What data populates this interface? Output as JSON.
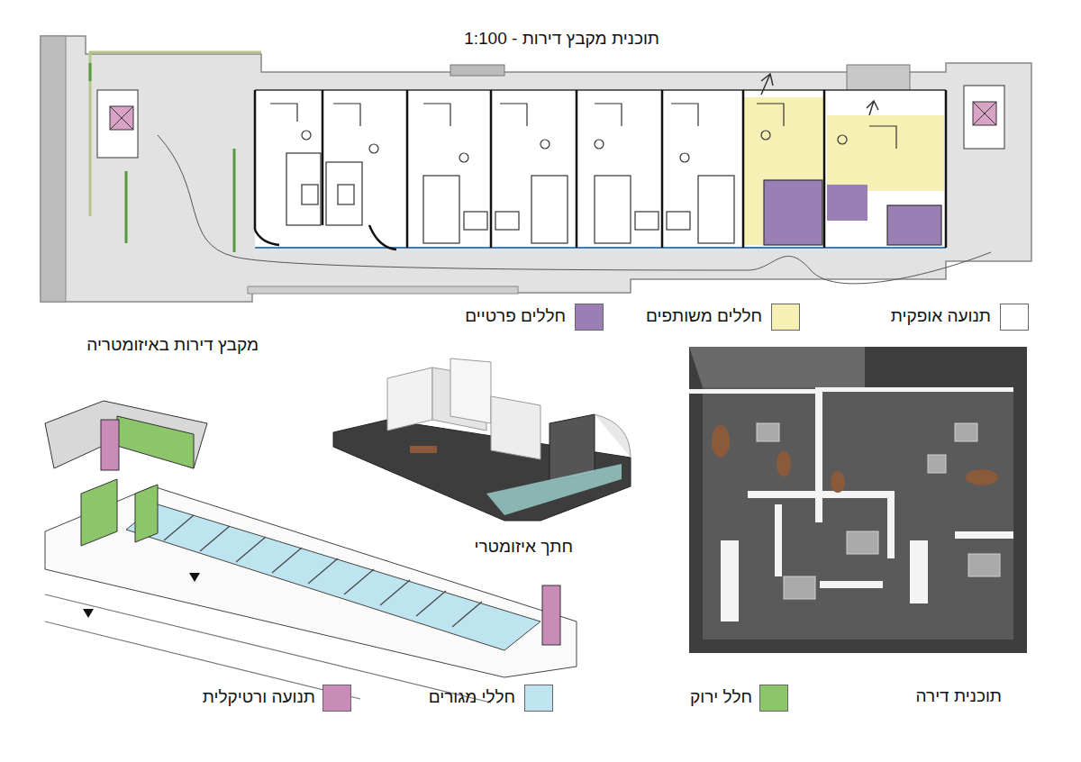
{
  "diagram": {
    "title": "תוכנית מקבץ דירות - 1:100",
    "labels": [
      "מקבץ דירות באיזומטריה",
      "חתך איזומטרי",
      "תוכנית דירה"
    ],
    "legend": [
      {
        "text": "תנועה אופקית",
        "color": "#ffffff"
      },
      {
        "text": "חללים משותפים",
        "color": "#f7f0b5"
      },
      {
        "text": "חללים פרטיים",
        "color": "#9a7fb5"
      },
      {
        "text": "חלל ירוק",
        "color": "#8cc56a"
      },
      {
        "text": "חללי מגורים",
        "color": "#bde4ef"
      },
      {
        "text": "תנועה ורטיקלית",
        "color": "#c98bb8"
      }
    ]
  }
}
